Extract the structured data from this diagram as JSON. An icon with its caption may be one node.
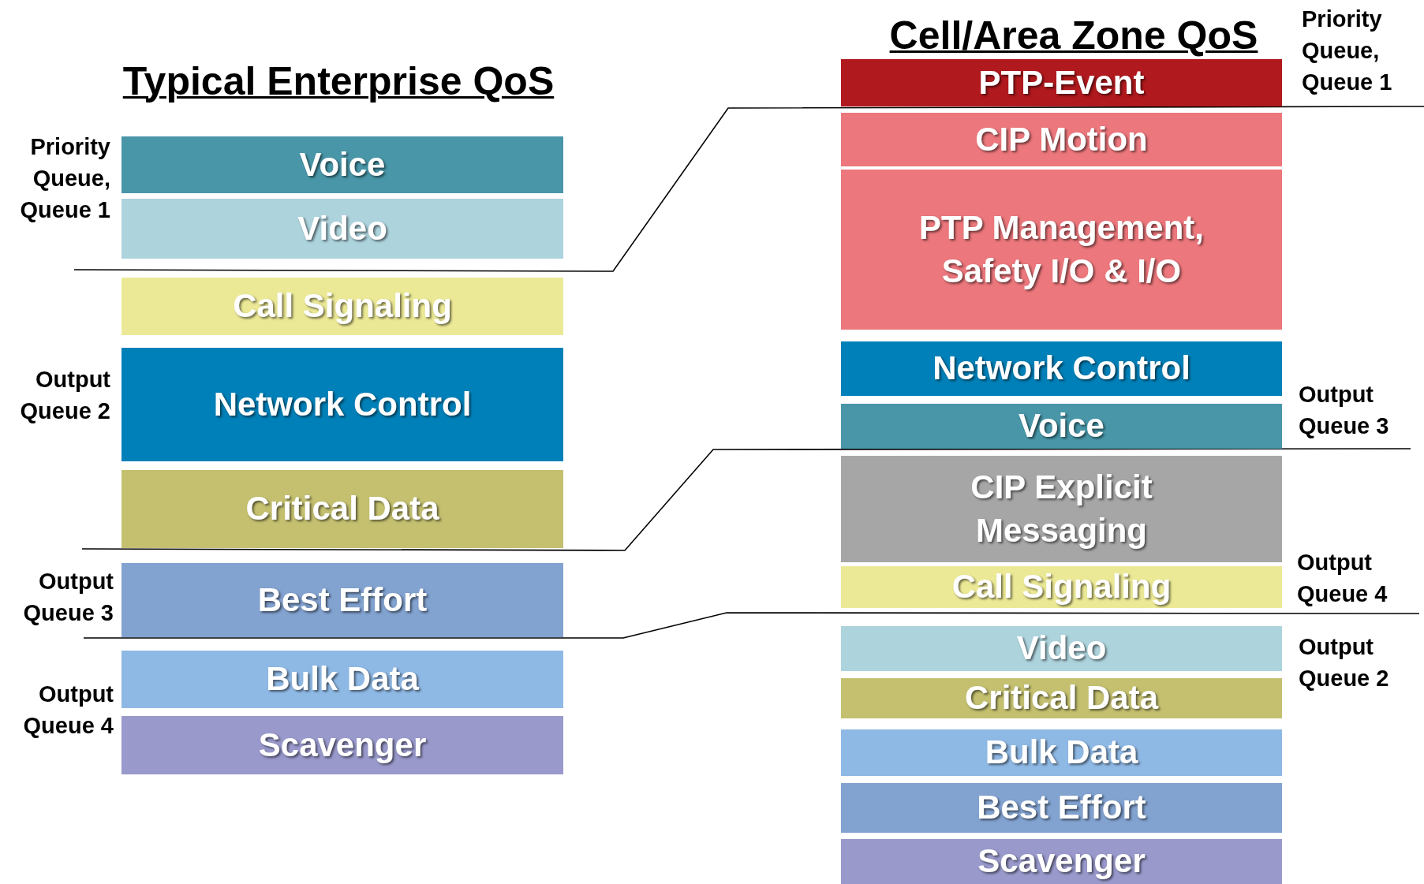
{
  "diagram": {
    "nodes": [
      {
        "text": [
          "Voice"
        ]
      },
      {
        "text": [
          "Video"
        ]
      },
      {
        "text": [
          "Call Signaling"
        ]
      },
      {
        "text": [
          "Network Control"
        ]
      },
      {
        "text": [
          "Critical Data"
        ]
      },
      {
        "text": [
          "Best Effort"
        ]
      },
      {
        "text": [
          "Bulk Data"
        ]
      },
      {
        "text": [
          "Scavenger"
        ]
      },
      {
        "text": [
          "PTP-Event"
        ]
      },
      {
        "text": [
          "CIP Motion"
        ]
      },
      {
        "text": [
          "PTP Management, Safety I/O & I/O"
        ]
      },
      {
        "text": [
          "Network Control"
        ]
      },
      {
        "text": [
          "Voice"
        ]
      },
      {
        "text": [
          "CIP Explicit Messaging"
        ]
      },
      {
        "text": [
          "Call Signaling"
        ]
      },
      {
        "text": [
          "Video"
        ]
      },
      {
        "text": [
          "Critical Data"
        ]
      },
      {
        "text": [
          "Bulk Data"
        ]
      },
      {
        "text": [
          "Best Effort"
        ]
      },
      {
        "text": [
          "Scavenger"
        ]
      }
    ],
    "labels": [
      "Cell/Area Zone QoS",
      "Priority Queue, Queue 1",
      "Typical Enterprise QoS",
      "Priority Queue, Queue 1",
      "Output Queue 3",
      "Output Queue 2",
      "Output Queue 4",
      "Output Queue 2",
      "Output Queue 3",
      "Output Queue 4"
    ]
  }
}
